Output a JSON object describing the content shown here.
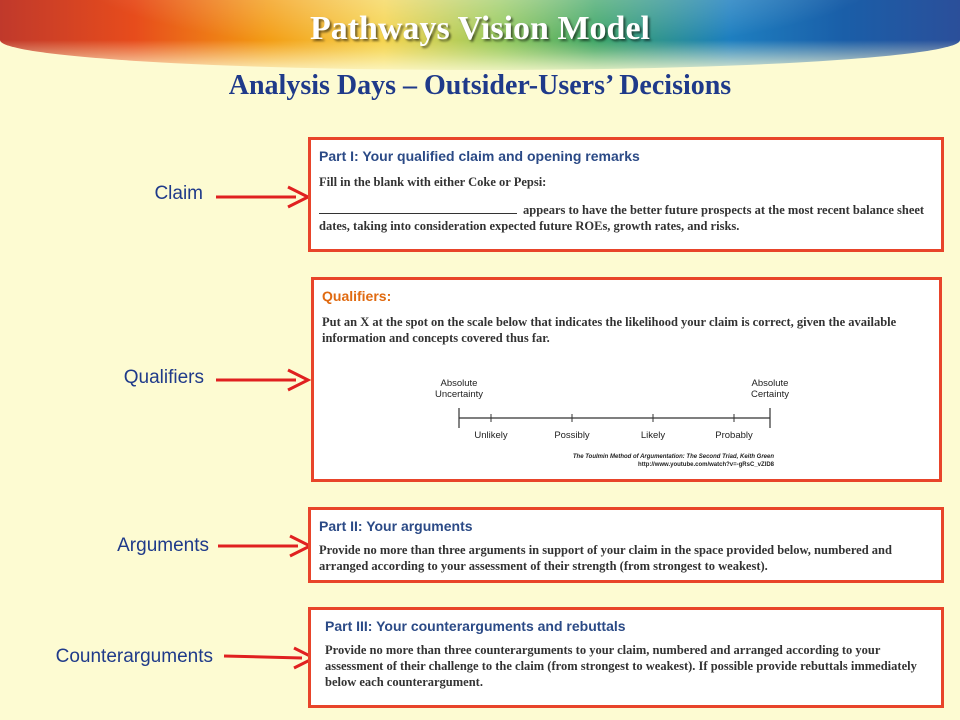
{
  "header": {
    "title": "Pathways Vision Model",
    "subtitle": "Analysis Days – Outsider-Users’ Decisions"
  },
  "labels": {
    "claim": "Claim",
    "qualifiers": "Qualifiers",
    "arguments": "Arguments",
    "counterarguments": "Counterarguments"
  },
  "part1": {
    "title": "Part I: Your qualified claim and opening remarks",
    "instruction": "Fill in the blank with either Coke or Pepsi:",
    "sentence_a": "appears to have the better future prospects at the most recent balance sheet",
    "sentence_b": "dates, taking into consideration expected future ROEs, growth rates, and risks."
  },
  "qualifiers": {
    "title": "Qualifiers:",
    "instruction": "Put an X at the spot on the scale below that indicates the likelihood your claim is correct, given the available information and concepts covered thus far.",
    "scale": {
      "left_label_1": "Absolute",
      "left_label_2": "Uncertainty",
      "right_label_1": "Absolute",
      "right_label_2": "Certainty",
      "ticks": [
        "Unlikely",
        "Possibly",
        "Likely",
        "Probably"
      ],
      "citation_1": "The Toulmin Method of Argumentation: The Second Triad, Keith Green",
      "citation_2": "http://www.youtube.com/watch?v=-gRsC_vZlD8"
    }
  },
  "part2": {
    "title": "Part II: Your arguments",
    "text": "Provide no more than three arguments in support of your claim in the space provided below, numbered and arranged according to your assessment of their strength (from strongest to weakest)."
  },
  "part3": {
    "title": "Part III: Your counterarguments and rebuttals",
    "text": "Provide no more than three counterarguments to your claim, numbered and arranged according to your assessment of their challenge to the claim (from strongest to weakest). If possible provide rebuttals immediately below each counterargument."
  },
  "colors": {
    "title_blue": "#1f3a8a",
    "border_red": "#e8442a",
    "arrow_red": "#e02020",
    "qualifier_orange": "#e06a10"
  }
}
